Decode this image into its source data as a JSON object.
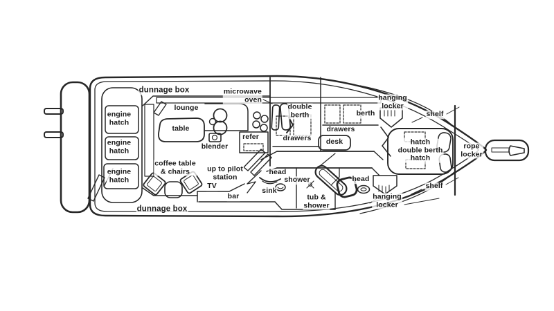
{
  "diagram": {
    "subject": "Motor yacht interior floor plan, top view, bow pointing right"
  },
  "colors": {
    "line": "#262626",
    "background": "#ffffff",
    "text": "#1b1b1b"
  },
  "labels": {
    "dunnage_box_top": "dunnage box",
    "engine_hatch_1": "engine\nhatch",
    "engine_hatch_2": "engine\nhatch",
    "engine_hatch_3": "engine\nhatch",
    "lounge": "lounge",
    "table": "table",
    "blender": "blender",
    "microwave_oven": "microwave\noven",
    "refer": "refer",
    "double_berth": "double\nberth",
    "drawers_aft": "drawers",
    "berth": "berth",
    "drawers_mid": "drawers",
    "desk": "desk",
    "hanging_locker_top": "hanging\nlocker",
    "shelf_top": "shelf",
    "hatch_double_berth": "hatch\ndouble berth\nhatch",
    "rope_locker": "rope\nlocker",
    "shelf_bottom": "shelf",
    "hanging_locker_bottom": "hanging\nlocker",
    "head_fwd": "head",
    "tub_shower": "tub &\nshower",
    "sink": "sink",
    "shower": "shower",
    "head_aft": "head",
    "bar": "bar",
    "up_to_pilot_station": "up to pilot\nstation",
    "tv": "TV",
    "coffee_table_chairs": "coffee table\n& chairs",
    "dunnage_box_bottom": "dunnage box"
  }
}
